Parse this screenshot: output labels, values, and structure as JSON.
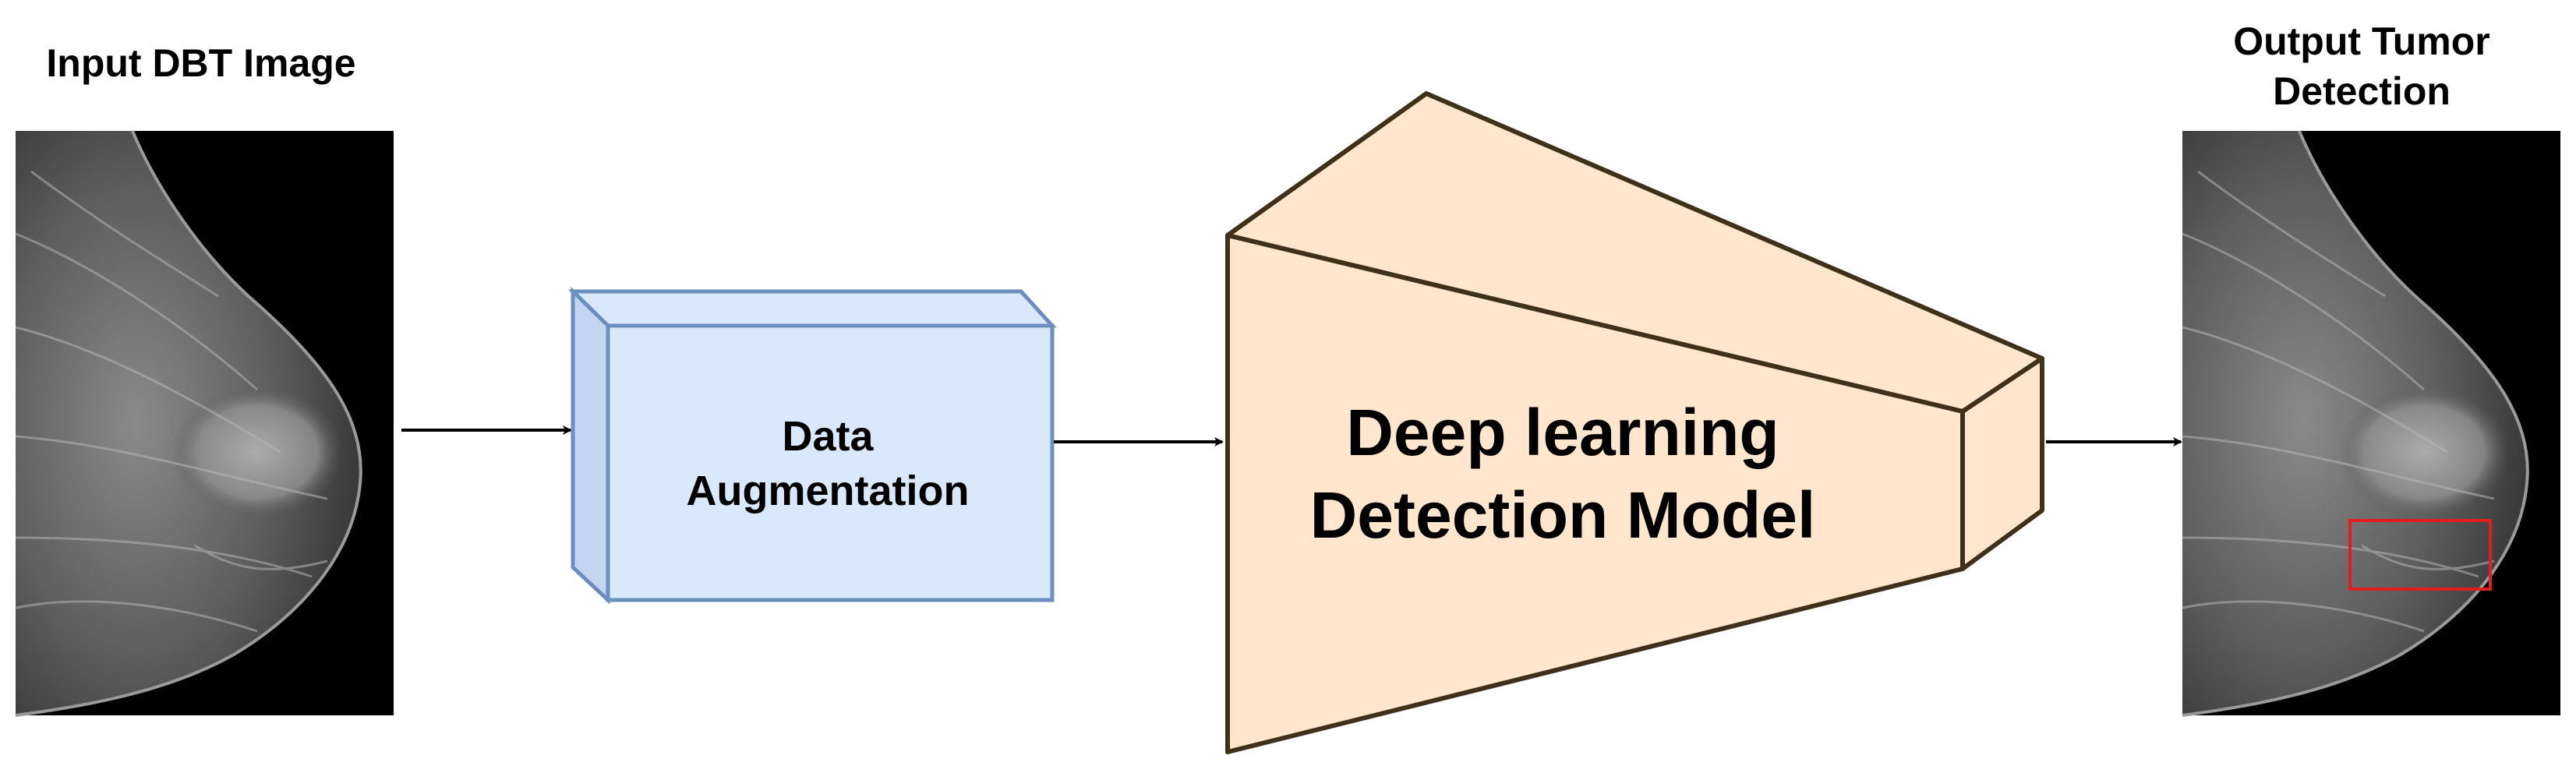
{
  "input": {
    "title": "Input DBT Image"
  },
  "augmentation": {
    "line1": "Data",
    "line2": "Augmentation"
  },
  "model": {
    "line1": "Deep learning",
    "line2": "Detection Model"
  },
  "output": {
    "title_line1": "Output Tumor",
    "title_line2": "Detection"
  },
  "colors": {
    "aug_face": "#dae8fc",
    "aug_side": "#c4d6ef",
    "aug_stroke": "#6c8ebf",
    "model_fill": "#ffe6cc",
    "model_stroke": "#3f3119",
    "detection_box": "#e11d1d",
    "arrow": "#000000",
    "image_background": "#000000"
  }
}
